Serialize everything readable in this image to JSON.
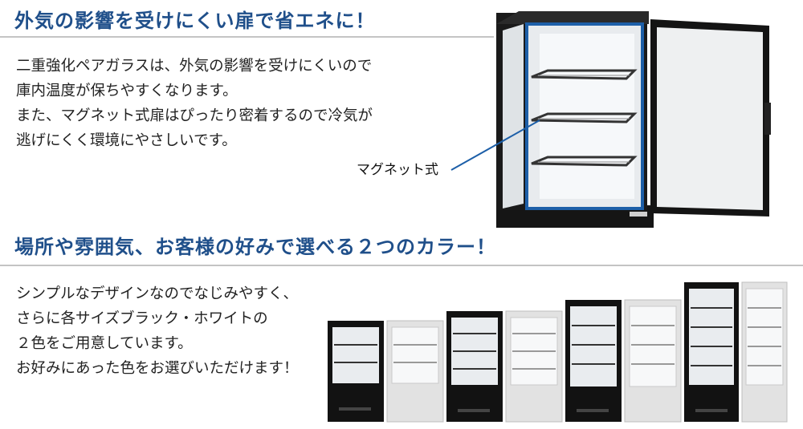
{
  "section1": {
    "heading": "外気の影響を受けにくい扉で省エネに！",
    "lines": [
      "二重強化ペアガラスは、外気の影響を受けにくいので",
      "庫内温度が保ちやすくなります。",
      "また、マグネット式扉はぴったり密着するので冷気が",
      "逃げにくく環境にやさしいです。"
    ],
    "callout": "マグネット式"
  },
  "section2": {
    "heading": "場所や雰囲気、お客様の好みで選べる２つのカラー！",
    "lines": [
      "シンプルなデザインなのでなじみやすく、",
      "さらに各サイズブラック・ホワイトの",
      "２色をご用意しています。",
      "お好みにあった色をお選びいただけます！"
    ]
  },
  "colors": {
    "heading": "#1f4f8a",
    "magnet_frame": "#1d5fa8",
    "black_unit": "#121212",
    "white_unit": "#e2e2e2"
  }
}
